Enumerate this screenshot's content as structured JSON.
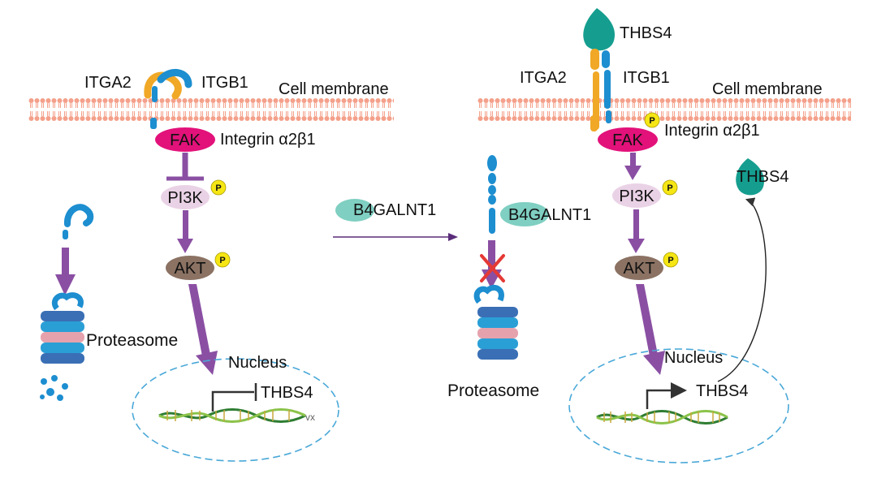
{
  "colors": {
    "membrane": "#f4a08a",
    "fak": "#e2127a",
    "pi3k": "#ead2e6",
    "akt": "#8b7263",
    "arrow_purple": "#8a4fa3",
    "phospho": "#f5e614",
    "thbs4": "#159e8f",
    "b4galnt1": "#7fcfc2",
    "itga2": "#f0a826",
    "itgb1": "#1d8ed0",
    "nucleus_border": "#4aa8d8",
    "block_x": "#e53935"
  },
  "left_panel": {
    "itga2": "ITGA2",
    "itgb1": "ITGB1",
    "cell_membrane": "Cell membrane",
    "fak": "FAK",
    "integrin": "Integrin α2β1",
    "pi3k": "PI3K",
    "akt": "AKT",
    "phospho": "P",
    "proteasome": "Proteasome",
    "nucleus": "Nucleus",
    "thbs4": "THBS4"
  },
  "middle": {
    "b4galnt1": "B4GALNT1"
  },
  "right_panel": {
    "thbs4_top": "THBS4",
    "itga2": "ITGA2",
    "itgb1": "ITGB1",
    "cell_membrane": "Cell membrane",
    "fak": "FAK",
    "integrin": "Integrin α2β1",
    "pi3k": "PI3K",
    "akt": "AKT",
    "phospho": "P",
    "b4galnt1": "B4GALNT1",
    "proteasome": "Proteasome",
    "nucleus": "Nucleus",
    "thbs4_gene": "THBS4",
    "thbs4_secreted": "THBS4"
  }
}
